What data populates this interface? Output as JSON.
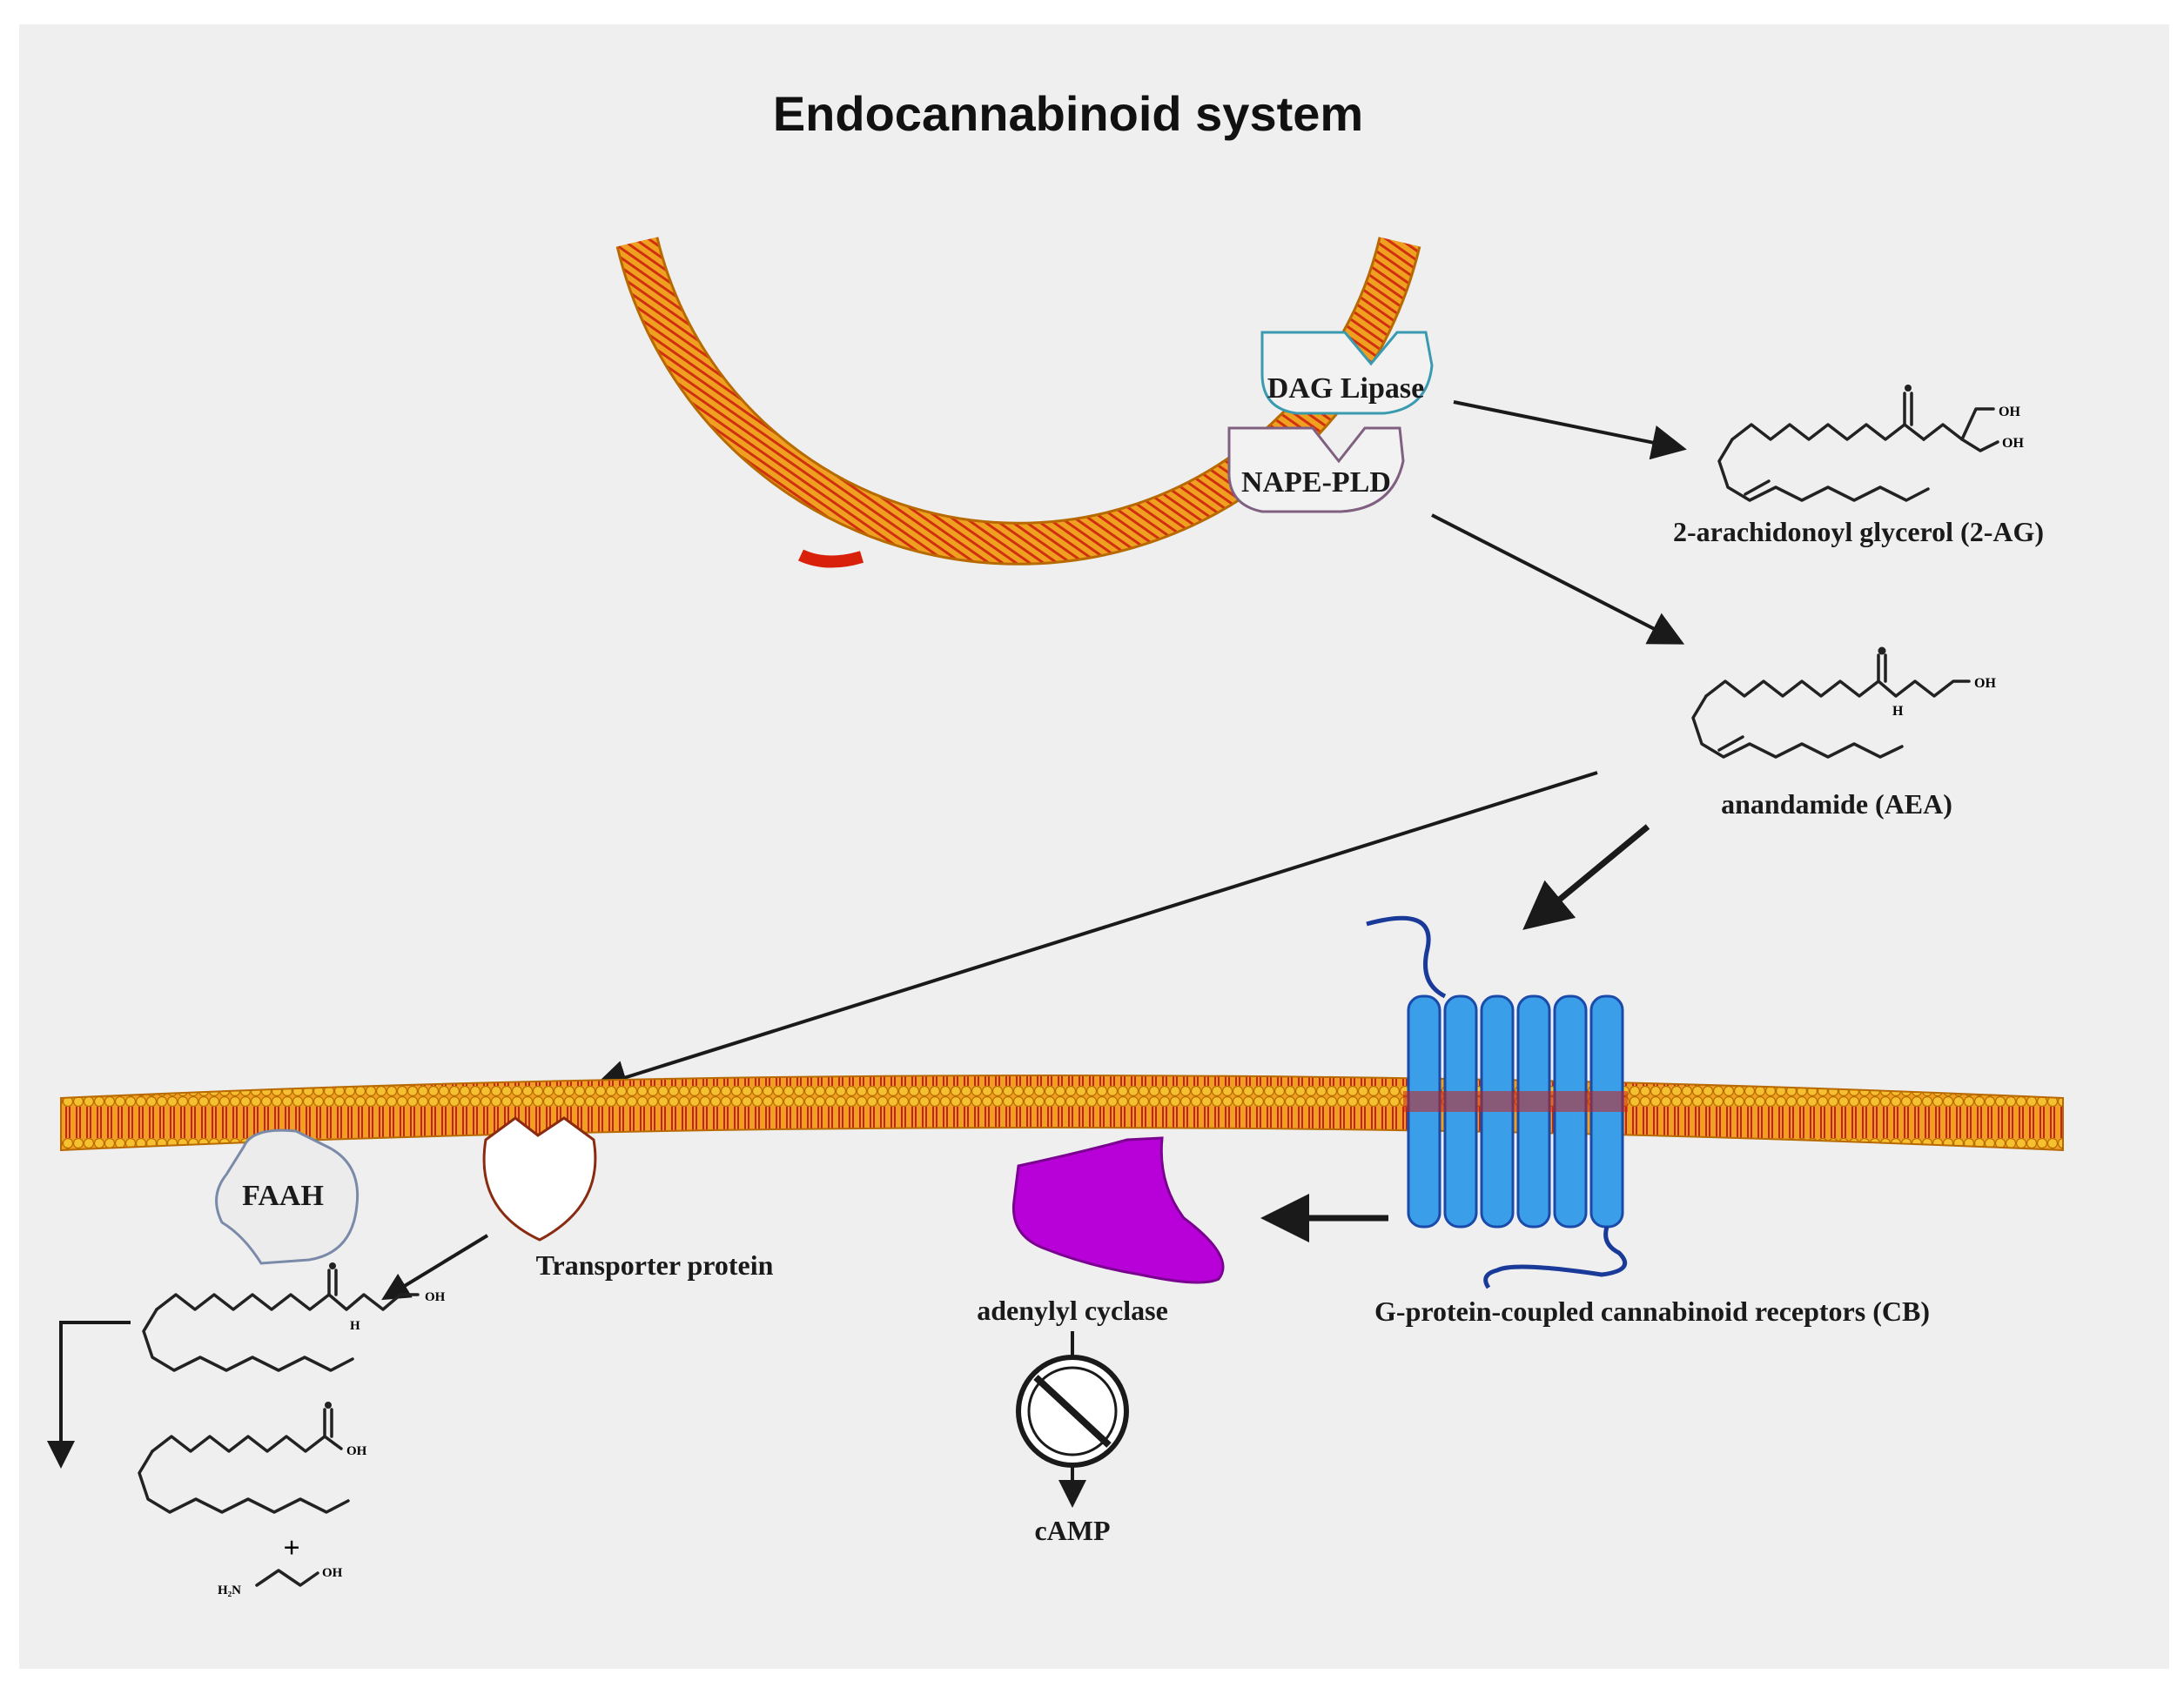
{
  "title": "Endocannabinoid system",
  "colors": {
    "panel_background": "#efefef",
    "membrane_orange": "#f0a020",
    "membrane_red": "#c8201a",
    "receptor_blue": "#2a8fdc",
    "cyclase_magenta": "#b800d8",
    "arrow": "#1a1a1a"
  },
  "labels": {
    "dag_lipase": "DAG Lipase",
    "nape_pld": "NAPE-PLD",
    "two_ag": "2-arachidonoyl glycerol (2-AG)",
    "aea": "anandamide (AEA)",
    "faah": "FAAH",
    "transporter": "Transporter protein",
    "adenylyl_cyclase": "adenylyl cyclase",
    "cb_receptors": "G-protein-coupled cannabinoid receptors (CB)",
    "camp": "cAMP"
  },
  "icons": {
    "inhibition": "prohibited-icon"
  }
}
